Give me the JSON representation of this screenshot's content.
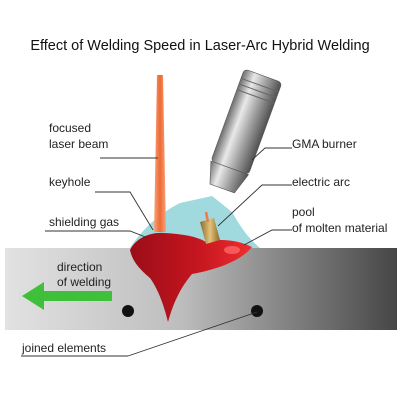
{
  "title": "Effect of Welding Speed in Laser-Arc Hybrid Welding",
  "labels": {
    "focused_laser_beam": [
      "focused",
      "laser beam"
    ],
    "keyhole": "keyhole",
    "shielding_gas": "shielding gas",
    "direction_of_welding": [
      "direction",
      "of welding"
    ],
    "joined_elements": "joined elements",
    "gma_burner": "GMA burner",
    "electric_arc": "electric arc",
    "pool_of_molten_material": [
      "pool",
      "of molten material"
    ]
  },
  "colors": {
    "laser_beam": "#f07a45",
    "shielding_gas": "#8fd3d8",
    "molten_pool_dark": "#a3101a",
    "molten_pool_light": "#e8262a",
    "arc_wire": "#c9a35a",
    "workpiece_light": "#d9d9d9",
    "workpiece_dark": "#4a4a4a",
    "direction_arrow": "#3fbf3a",
    "joint_dot": "#111111",
    "burner_metal": "#b9b9b9"
  }
}
